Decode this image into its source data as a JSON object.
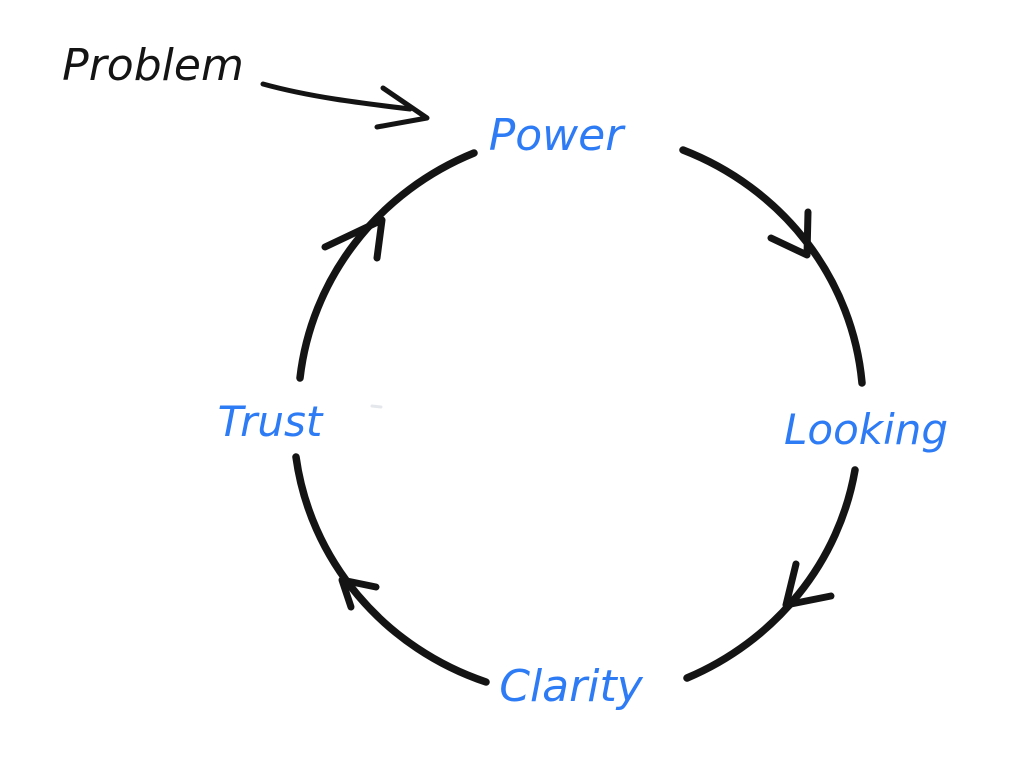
{
  "diagram": {
    "background": "#ffffff",
    "ink_colors": {
      "black": "#141414",
      "blue": "#2e7bf6"
    },
    "problem": {
      "label": "Problem"
    },
    "cycle": {
      "direction": "clockwise",
      "nodes": [
        {
          "label": "Power",
          "position": "top"
        },
        {
          "label": "Looking",
          "position": "right"
        },
        {
          "label": "Clarity",
          "position": "bottom"
        },
        {
          "label": "Trust",
          "position": "left"
        }
      ],
      "edges": [
        {
          "from": "Power",
          "to": "Looking"
        },
        {
          "from": "Looking",
          "to": "Clarity"
        },
        {
          "from": "Clarity",
          "to": "Trust"
        },
        {
          "from": "Trust",
          "to": "Power"
        }
      ]
    }
  }
}
